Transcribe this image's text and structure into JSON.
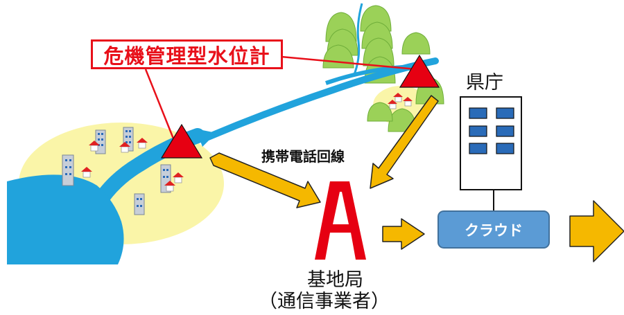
{
  "callout": {
    "label": "危機管理型水位計"
  },
  "prefecture": {
    "label": "県庁"
  },
  "network": {
    "label": "携帯電話回線"
  },
  "base_station": {
    "label": "基地局",
    "operator_label": "（通信事業者）"
  },
  "cloud": {
    "label": "クラウド"
  },
  "colors": {
    "river": "#21a3dc",
    "land": "#faf5a8",
    "sensor": "#e60012",
    "callout": "#e8101a",
    "arrow": "#f5b800",
    "cloud": "#5b9bd5",
    "window": "#2a6bb8"
  },
  "icons": [
    "water-level-sensor-icon",
    "base-station-antenna-icon",
    "office-building-icon",
    "mountain-trees-icon",
    "house-icon",
    "apartment-icon"
  ]
}
